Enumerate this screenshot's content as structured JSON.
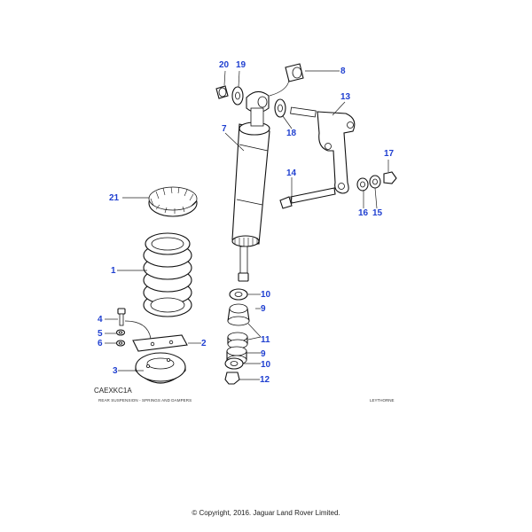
{
  "drawing_code": "CAEXKC1A",
  "drawing_title": "REAR SUSPENSION - SPRINGS AND DAMPERS",
  "drawing_origin": "LEYTHORNE",
  "copyright": "© Copyright, 2016. Jaguar Land Rover Limited.",
  "callout_color": "#1f3fd0",
  "callouts": {
    "c1": "1",
    "c2": "2",
    "c3": "3",
    "c4": "4",
    "c5": "5",
    "c6": "6",
    "c7": "7",
    "c8": "8",
    "c9a": "9",
    "c9b": "9",
    "c10a": "10",
    "c10b": "10",
    "c11": "11",
    "c12": "12",
    "c13": "13",
    "c14": "14",
    "c15": "15",
    "c16": "16",
    "c17": "17",
    "c18": "18",
    "c19": "19",
    "c20": "20",
    "c21": "21"
  }
}
